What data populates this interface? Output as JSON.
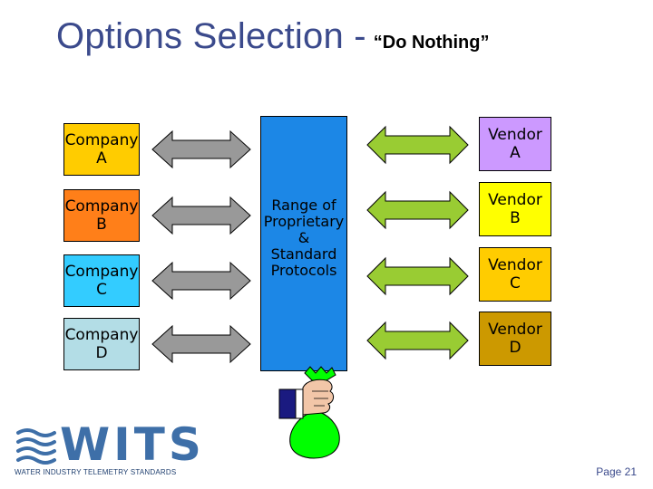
{
  "title": {
    "main": "Options Selection -",
    "sub": "“Do Nothing”"
  },
  "companies": [
    {
      "label": "Company\nA",
      "color": "#ffcc00"
    },
    {
      "label": "Company\nB",
      "color": "#ff7f19"
    },
    {
      "label": "Company\nC",
      "color": "#33ccff"
    },
    {
      "label": "Company\nD",
      "color": "#b3dde6"
    }
  ],
  "vendors": [
    {
      "label": "Vendor\nA",
      "color": "#cc99ff"
    },
    {
      "label": "Vendor\nB",
      "color": "#ffff00"
    },
    {
      "label": "Vendor\nC",
      "color": "#ffcc00"
    },
    {
      "label": "Vendor\nD",
      "color": "#cc9900"
    }
  ],
  "center": {
    "label": "Range of\nProprietary\n&\nStandard\nProtocols",
    "color": "#1c87e6"
  },
  "colors": {
    "gray_arrow": "#999999",
    "green_arrow": "#99cc33",
    "money_bag": "#00ff00"
  },
  "icons": [
    "hand-holding-money-bag-icon",
    "wits-wave-logo-icon"
  ],
  "logo": {
    "text": "WITS",
    "subtitle": "WATER INDUSTRY TELEMETRY STANDARDS"
  },
  "footer": {
    "page": "Page 21"
  }
}
